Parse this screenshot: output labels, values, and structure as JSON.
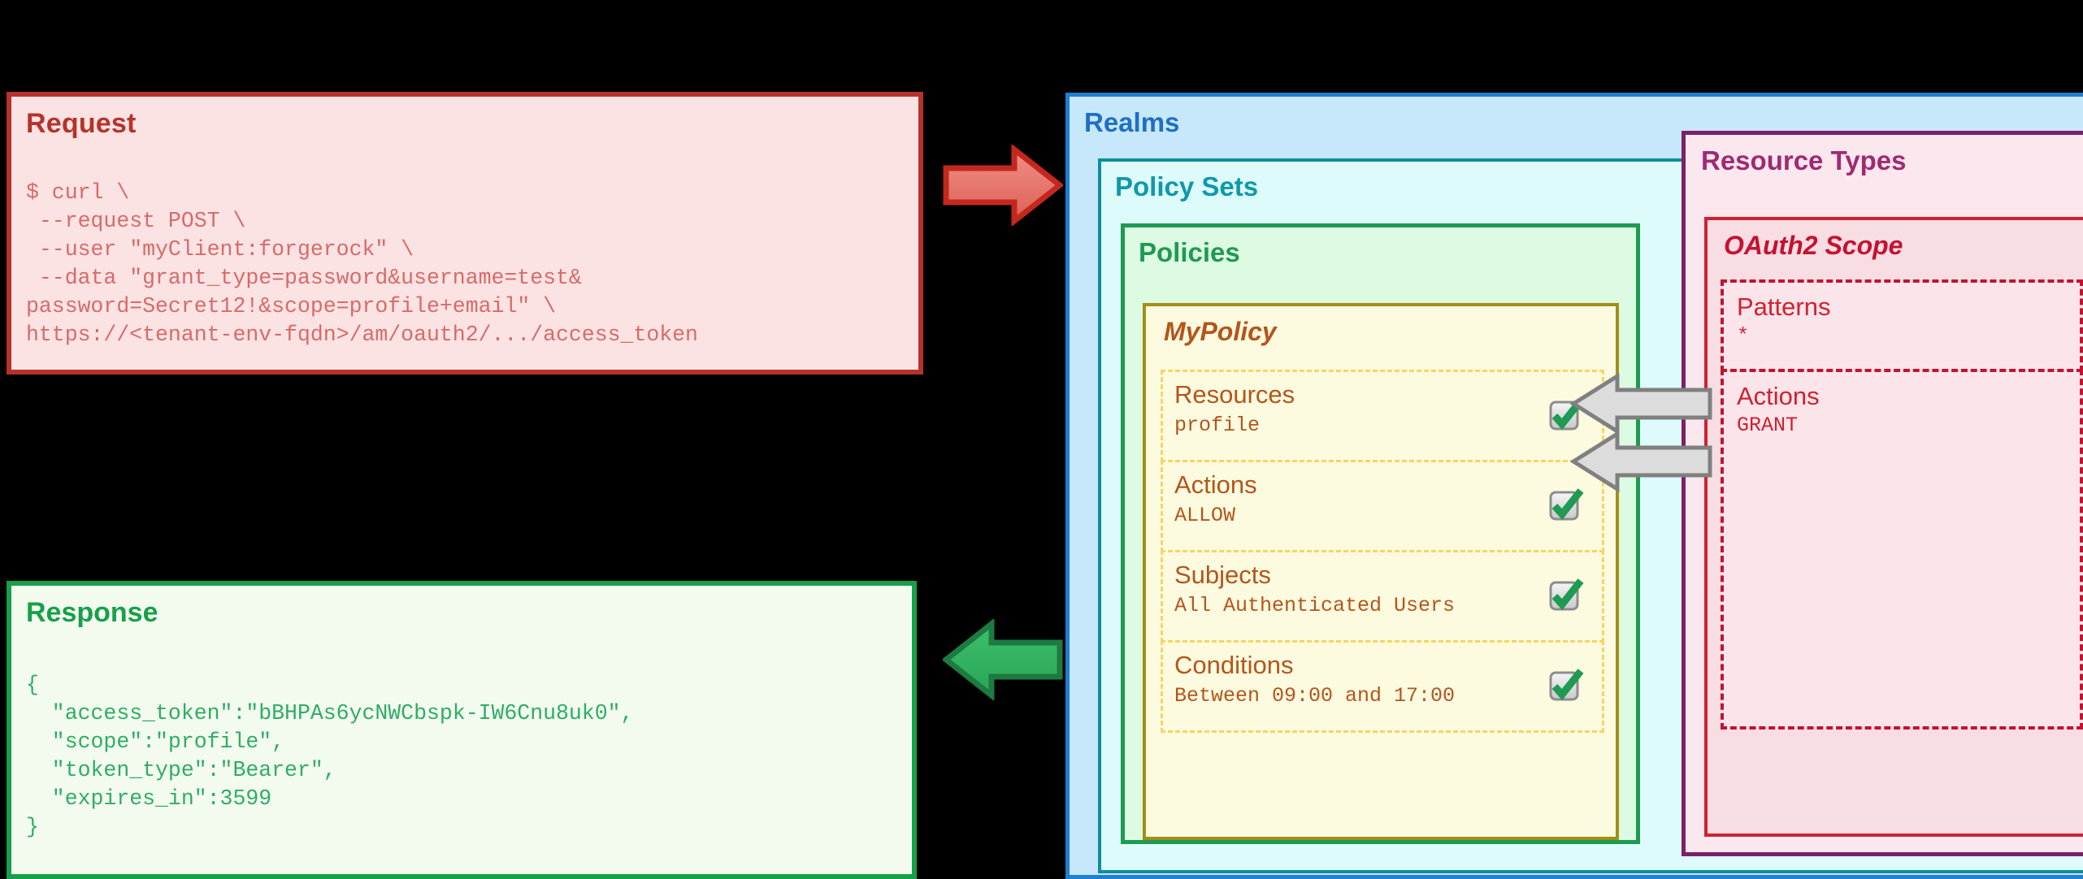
{
  "request": {
    "title": "Request",
    "code": "$ curl \\\n --request POST \\\n --user \"myClient:forgerock\" \\\n --data \"grant_type=password&username=test&\npassword=Secret12!&scope=profile+email\" \\\nhttps://<tenant-env-fqdn>/am/oauth2/.../access_token",
    "accent": "#b5332b",
    "background": "#fce3e3"
  },
  "response": {
    "title": "Response",
    "code": "{\n  \"access_token\":\"bBHPAs6ycNWCbspk-IW6Cnu8uk0\",\n  \"scope\":\"profile\",\n  \"token_type\":\"Bearer\",\n  \"expires_in\":3599\n}",
    "accent": "#17a04a",
    "background": "#f3fbef"
  },
  "arrows": {
    "request_arrow": {
      "name": "right-arrow",
      "direction": "right",
      "fill": "#e87a72",
      "stroke": "#c4281c"
    },
    "response_arrow": {
      "name": "left-arrow",
      "direction": "left",
      "fill": "#33b45f",
      "stroke": "#1d7a41"
    },
    "mapping_arrows": [
      {
        "name": "resources-to-patterns-arrow",
        "direction": "left",
        "fill": "#dcdcdc",
        "stroke": "#808080"
      },
      {
        "name": "actions-to-actions-arrow",
        "direction": "left",
        "fill": "#dcdcdc",
        "stroke": "#808080"
      }
    ]
  },
  "realms": {
    "title": "Realms",
    "accent": "#1f6fc4",
    "border": "#1f7fd0",
    "background": "#c7e8fb",
    "policy_sets": {
      "title": "Policy Sets",
      "accent": "#0e99aa",
      "border": "#0e8d9e",
      "background": "#ddfbfb",
      "policies": {
        "title": "Policies",
        "accent": "#1e9a52",
        "border": "#1e9a52",
        "background": "#ddfbe3",
        "policy": {
          "name": "MyPolicy",
          "accent": "#b4551d",
          "border": "#a28f16",
          "background": "#fcfbdf",
          "rows": [
            {
              "label": "Resources",
              "value": "profile",
              "checked": true
            },
            {
              "label": "Actions",
              "value": "ALLOW",
              "checked": true
            },
            {
              "label": "Subjects",
              "value": "All Authenticated Users",
              "checked": true
            },
            {
              "label": "Conditions",
              "value": "Between 09:00 and 17:00",
              "checked": true
            }
          ]
        }
      },
      "resource_types": {
        "title": "Resource Types",
        "accent": "#a02a72",
        "border": "#7b2068",
        "background": "#fbe8ee",
        "resource_type": {
          "name": "OAuth2 Scope",
          "accent": "#c41230",
          "border": "#d12030",
          "background": "#f8dde3",
          "rows": [
            {
              "label": "Patterns",
              "value": "*"
            },
            {
              "label": "Actions",
              "value": "GRANT"
            }
          ]
        }
      }
    }
  }
}
